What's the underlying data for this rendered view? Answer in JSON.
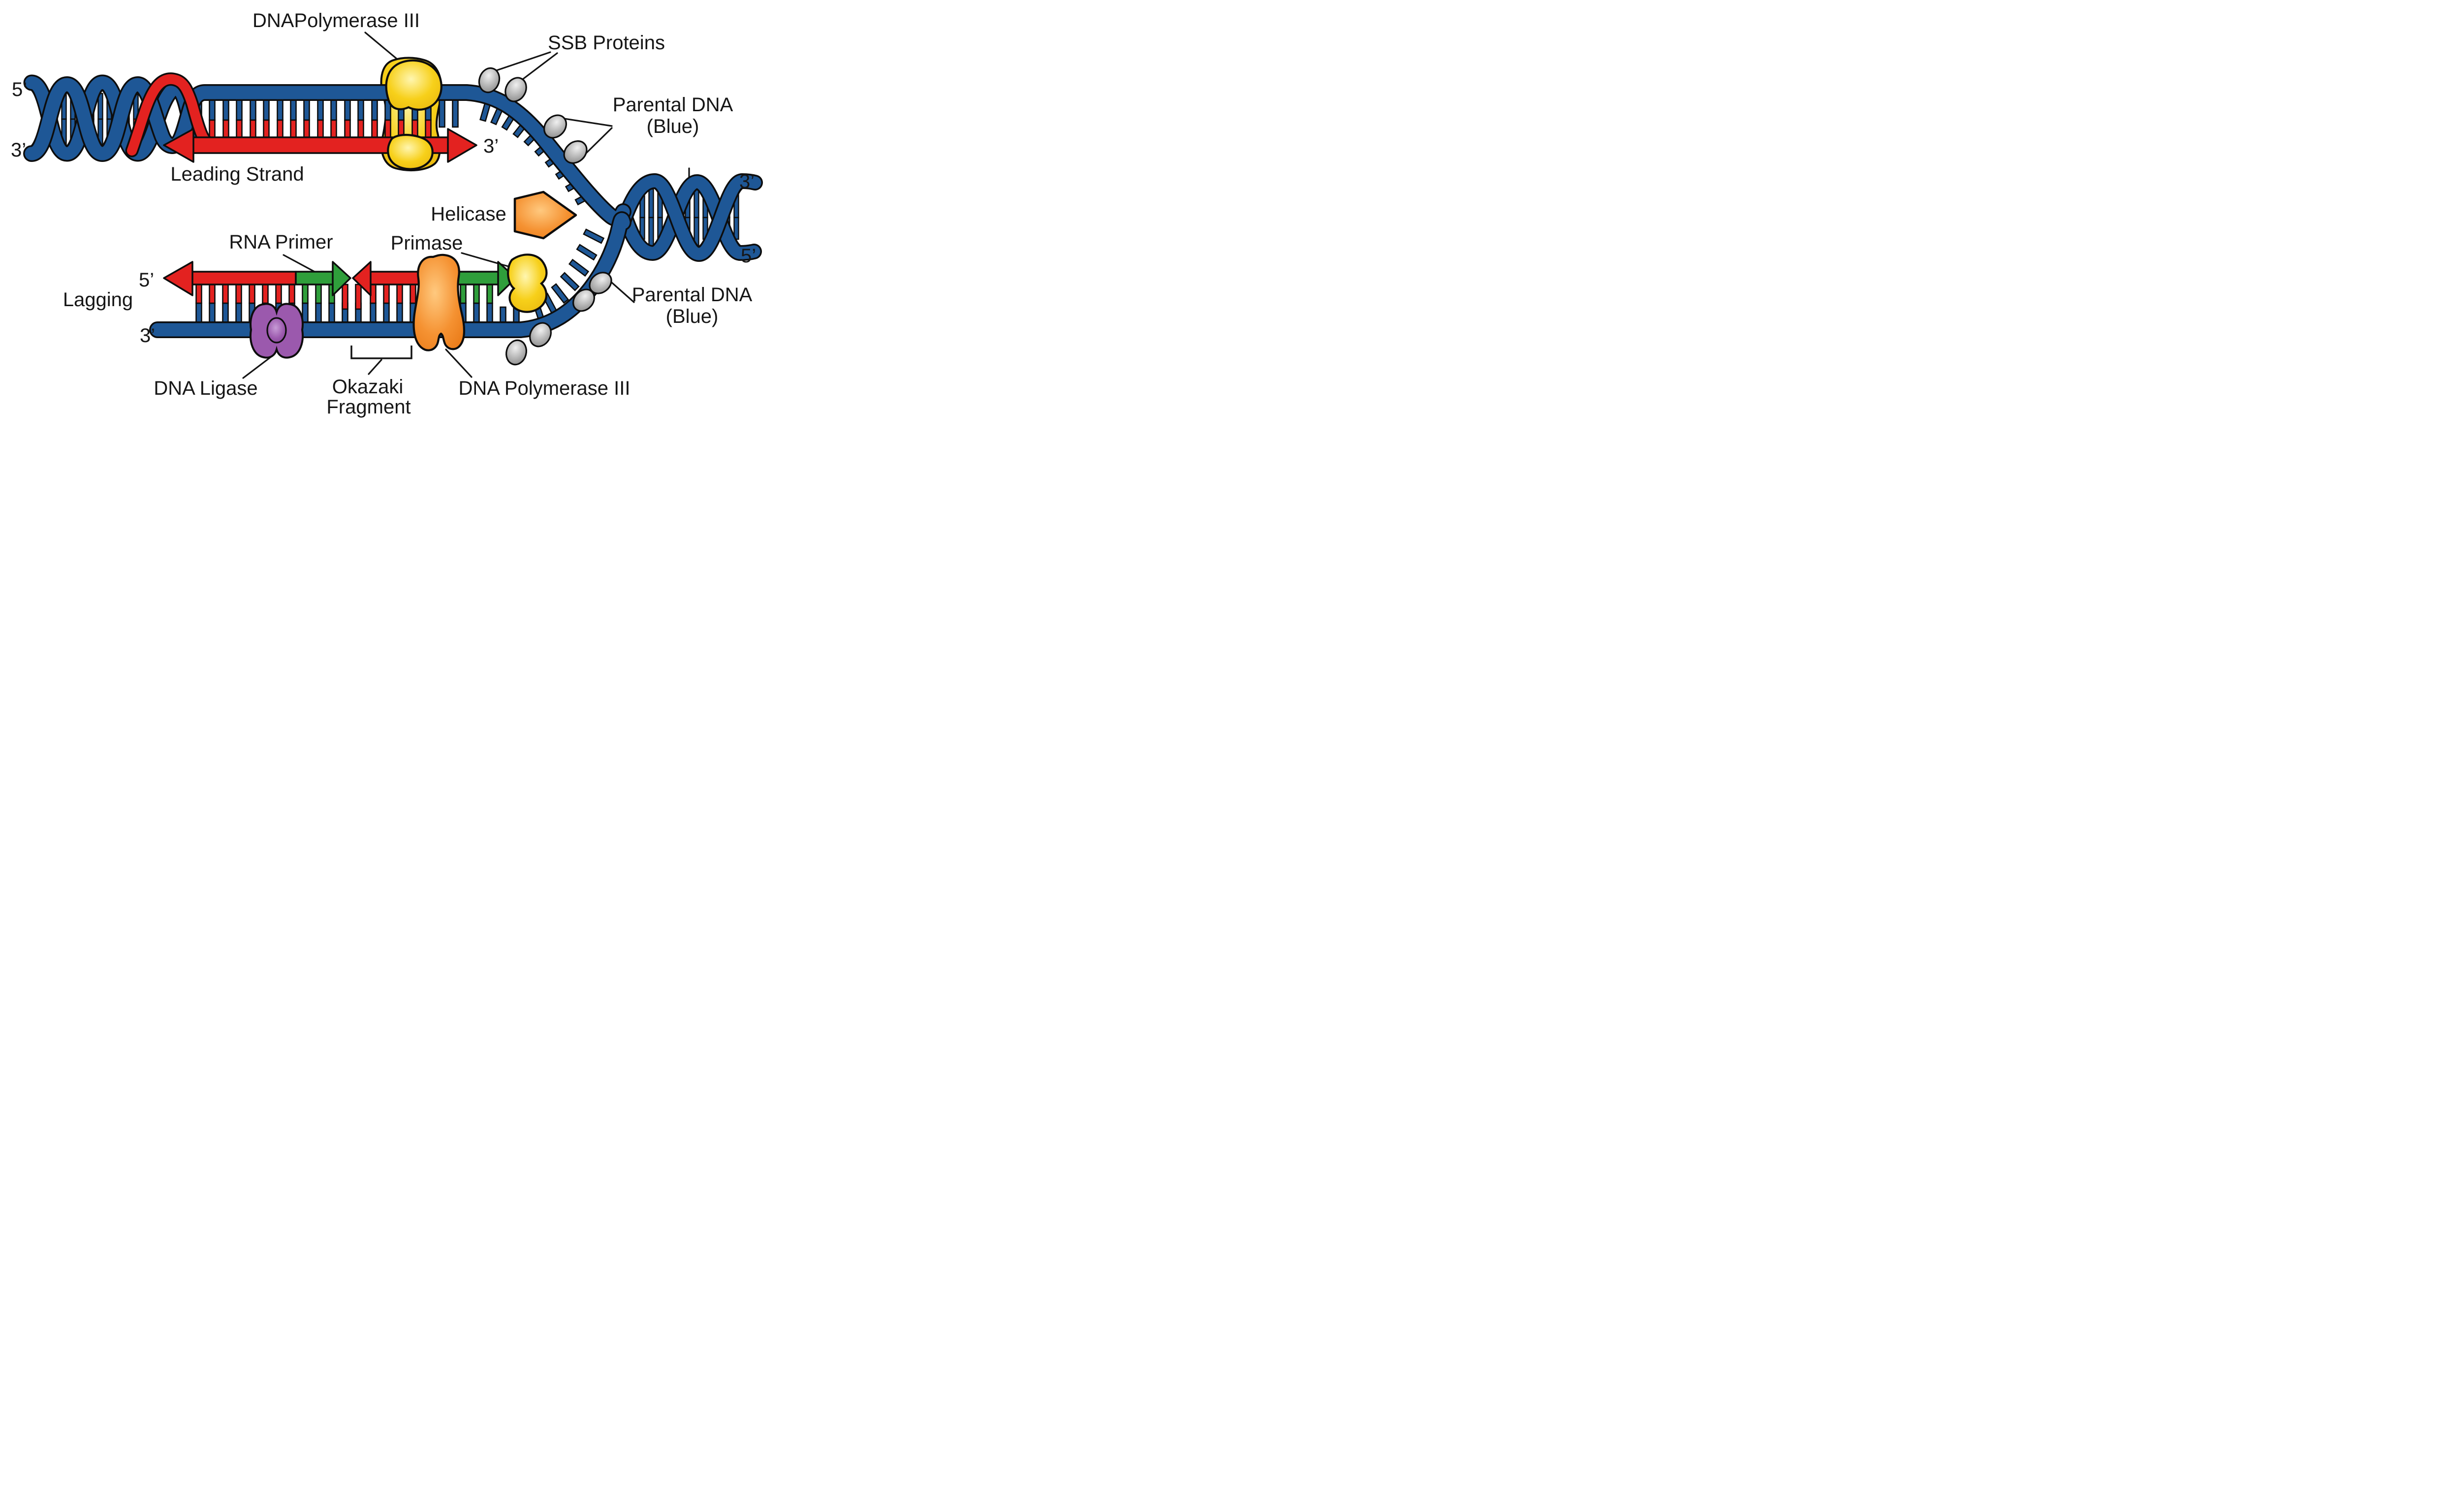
{
  "labels": {
    "dna_polymerase_top": "DNAPolymerase III",
    "ssb_proteins": "SSB Proteins",
    "parental_dna_top_line1": "Parental DNA",
    "parental_dna_top_line2": "(Blue)",
    "leading_strand": "Leading Strand",
    "helicase": "Helicase",
    "rna_primer": "RNA Primer",
    "primase": "Primase",
    "lagging": "Lagging",
    "dna_ligase": "DNA Ligase",
    "okazaki_line1": "Okazaki",
    "okazaki_line2": "Fragment",
    "dna_polymerase_bottom": "DNA Polymerase III",
    "parental_dna_bottom_line1": "Parental DNA",
    "parental_dna_bottom_line2": "(Blue)",
    "five_prime_top_left": "5’",
    "three_prime_bottom_left": "3’",
    "three_prime_leading_end": "3’",
    "three_prime_top_right": "3’",
    "five_prime_bottom_right": "5’",
    "five_prime_lagging": "5’",
    "three_prime_lagging": "3’"
  },
  "colors": {
    "parental_dna_blue": "#1e5796",
    "new_strand_red": "#e32220",
    "rna_primer_green": "#2f9e3b",
    "polymerase_yellow": "#f7d01a",
    "helicase_orange": "#f59232",
    "ssb_grey": "#b9b9b9",
    "ligase_purple": "#9b59ad",
    "outline_black": "#111111",
    "background": "#ffffff"
  }
}
